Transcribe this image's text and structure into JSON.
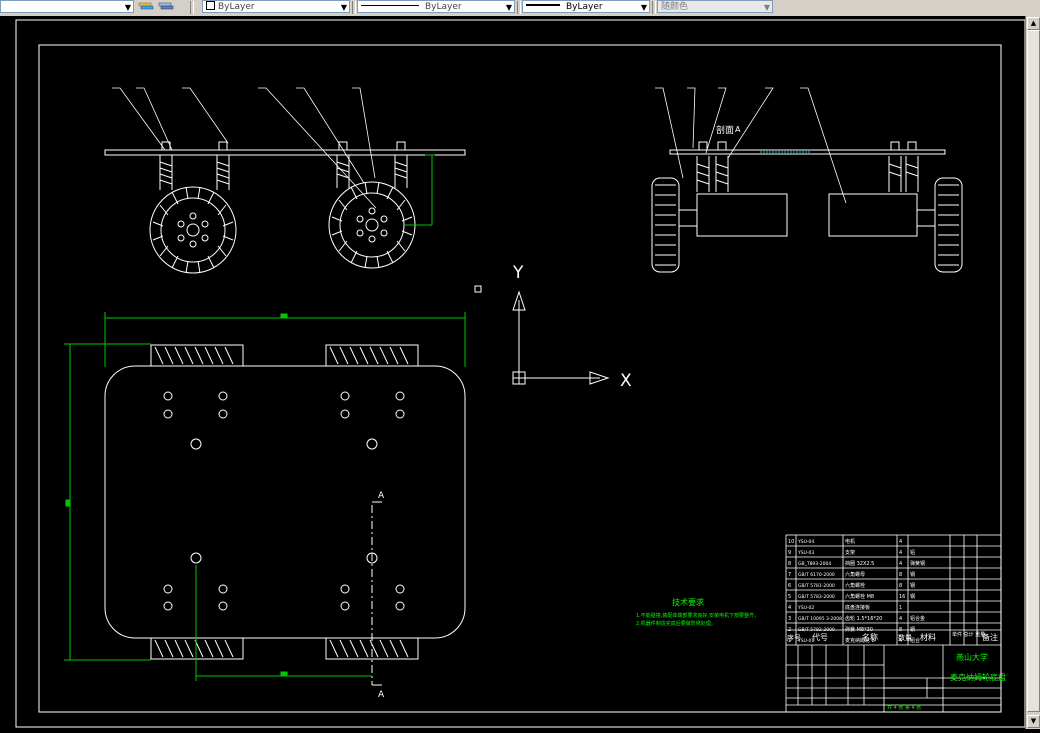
{
  "toolbar": {
    "layer_value": "ByLayer",
    "linetype_value": "ByLayer",
    "lineweight_value": "ByLayer",
    "plotstyle_value": "随颜色"
  },
  "drawing": {
    "section_label": "剖面",
    "section_mark": "A",
    "ucs_y": "Y",
    "ucs_x": "X",
    "tech_title": "技术要求",
    "tech_line1": "1.不能碰撞,装配体端部要求良好,安装电机下部要整齐。",
    "tech_line2": "2.机器件制造完成后要做防锈处理。"
  },
  "title_block": {
    "header_seq": "序号",
    "header_code": "代号",
    "header_name": "名称",
    "header_qty": "数量",
    "header_material": "材料",
    "header_weight": "单件 总计 重量",
    "header_note": "备注",
    "school": "燕山大学",
    "drawing_name": "麦克纳姆轮底盘",
    "sheet": "共 4 张 第 4 张",
    "rows": [
      {
        "no": "10",
        "code": "YSU-04",
        "name": "电机",
        "qty": "4",
        "note": ""
      },
      {
        "no": "9",
        "code": "YSU-03",
        "name": "支架",
        "qty": "4",
        "note": "铝"
      },
      {
        "no": "8",
        "code": "GB_T893-2004",
        "name": "挡圈 32X2.5",
        "qty": "4",
        "note": "弹簧钢"
      },
      {
        "no": "7",
        "code": "GB/T 6170-2000",
        "name": "六角螺母",
        "qty": "8",
        "note": "钢"
      },
      {
        "no": "6",
        "code": "GB/T 5781-2000",
        "name": "六角螺栓",
        "qty": "8",
        "note": "钢"
      },
      {
        "no": "5",
        "code": "GB/T 5783-2000",
        "name": "六角螺栓 M8",
        "qty": "16",
        "note": "钢"
      },
      {
        "no": "4",
        "code": "YSU-02",
        "name": "底盘连接板",
        "qty": "1",
        "note": ""
      },
      {
        "no": "3",
        "code": "GB/T 10095 3-2008",
        "name": "齿轮 1.5*16*20",
        "qty": "4",
        "note": "铝合金"
      },
      {
        "no": "2",
        "code": "GB/T 5782-2000",
        "name": "弹簧 M8*30",
        "qty": "8",
        "note": "钢"
      },
      {
        "no": "1",
        "code": "YSU-01",
        "name": "麦克纳姆轮 8",
        "qty": "4",
        "note": "组合"
      }
    ]
  },
  "colors": {
    "geometry": "#ffffff",
    "dimension": "#00c800",
    "leader": "#ffffff",
    "text_green": "#00ff00",
    "background": "#000000"
  },
  "icons": [
    "layer-stack-icon",
    "dropdown-arrow-icon",
    "ucs-icon"
  ]
}
